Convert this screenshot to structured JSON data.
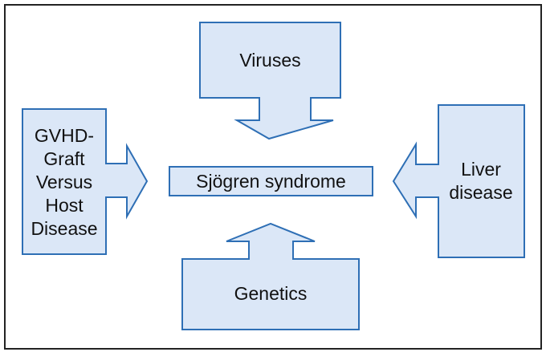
{
  "diagram": {
    "center": "Sjögren syndrome",
    "factors": {
      "top": "Viruses",
      "left": "GVHD-\nGraft\nVersus\nHost\nDisease",
      "right": "Liver\ndisease",
      "bottom": "Genetics"
    }
  },
  "colors": {
    "fill": "#dbe7f7",
    "stroke": "#2e6fb5",
    "frame": "#222222"
  }
}
